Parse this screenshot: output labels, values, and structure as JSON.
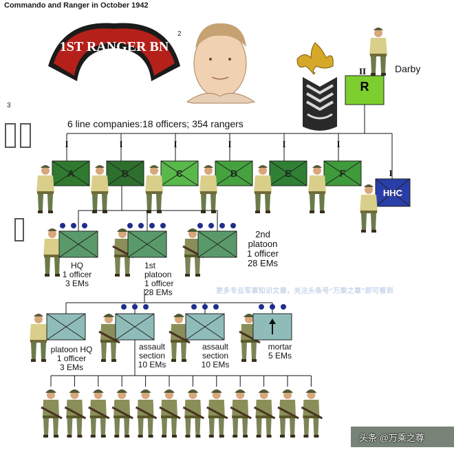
{
  "title": "Commando and Ranger in October 1942",
  "plate_numbers": {
    "n2": "2",
    "n3": "3"
  },
  "scroll_text": "1ST RANGER BN",
  "commander": {
    "rank": "II",
    "unit": "R",
    "name": "Darby"
  },
  "battalion_summary": "6 line companies:18 officers; 354 rangers",
  "companies": [
    {
      "letter": "A",
      "rank": "I",
      "color": "#2f7a2f"
    },
    {
      "letter": "B",
      "rank": "I",
      "color": "#2e6f2e"
    },
    {
      "letter": "C",
      "rank": "I",
      "color": "#58b84a"
    },
    {
      "letter": "D",
      "rank": "I",
      "color": "#46a23f"
    },
    {
      "letter": "E",
      "rank": "I",
      "color": "#2f7f34"
    },
    {
      "letter": "F",
      "rank": "I",
      "color": "#3f9a3c"
    }
  ],
  "hhc": {
    "label": "HHC",
    "rank": "I",
    "color": "#2a3ea8"
  },
  "company_level": {
    "hq": [
      "HQ",
      "1 officer",
      "3 EMs"
    ],
    "platoon1": [
      "1st",
      "platoon",
      "1 officer",
      "28 EMs"
    ],
    "platoon2": [
      "2nd",
      "platoon",
      "1 officer",
      "28 EMs"
    ]
  },
  "platoon_level": {
    "hq": [
      "platoon HQ",
      "1 officer",
      "3 EMs"
    ],
    "assault1": [
      "assault",
      "section",
      "10 EMs"
    ],
    "assault2": [
      "assault",
      "section",
      "10 EMs"
    ],
    "mortar": [
      "mortar",
      "5 EMs"
    ]
  },
  "watermark": "更多专业军事知识文章，关注头条号“万乘之尊”即可看到",
  "footer": "头条 @万乘之尊",
  "colors": {
    "company_box": "#2f7a2f",
    "platoon_box": "#5a9a6a",
    "section_box": "#8fbcb8",
    "dot": "#1f2e8a",
    "hhc": "#2a3ea8"
  }
}
